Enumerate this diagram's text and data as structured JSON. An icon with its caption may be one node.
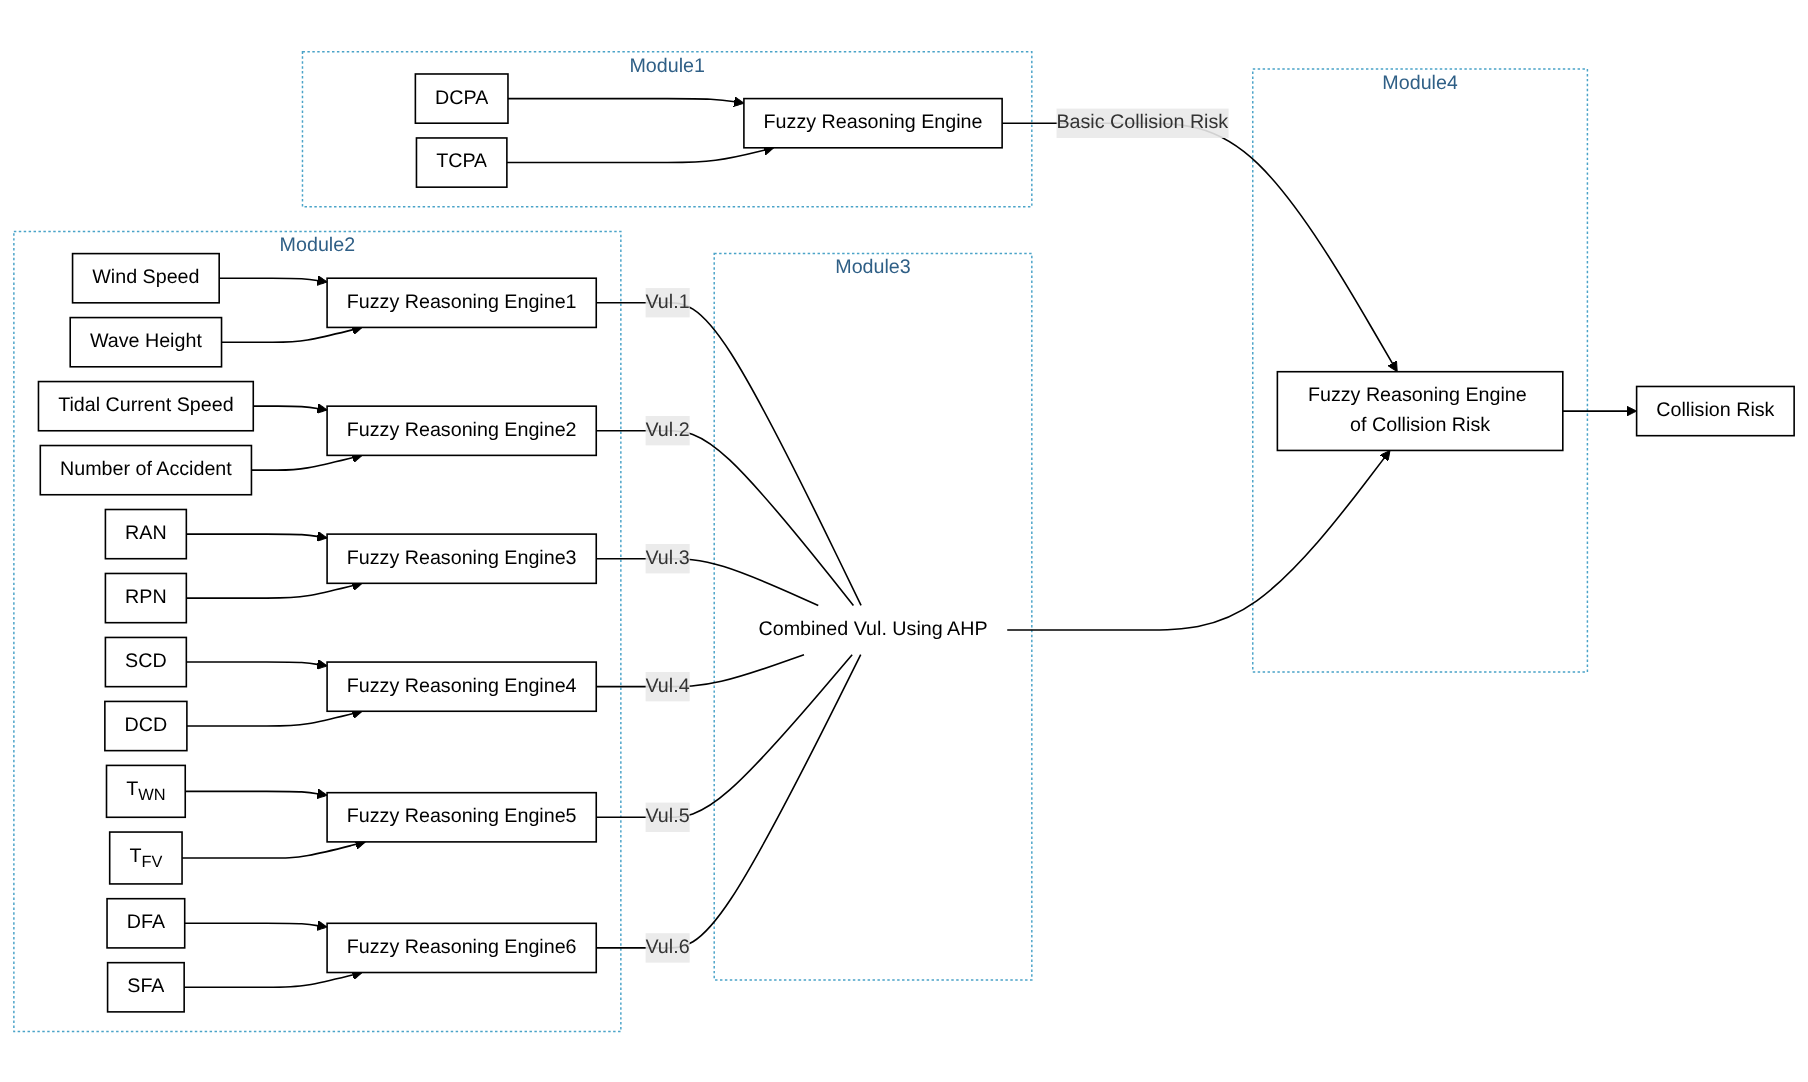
{
  "diagram": {
    "nodes": [
      {
        "text": [
          "Module1"
        ]
      },
      {
        "text": [
          "DCPA"
        ],
        "in": 0
      },
      {
        "text": [
          "TCPA"
        ],
        "in": 0
      },
      {
        "text": [
          "Fuzzy Reasoning Engine"
        ],
        "in": 0
      },
      {
        "text": [
          "Module2"
        ]
      },
      {
        "text": [
          "Wind Speed"
        ],
        "in": 4
      },
      {
        "text": [
          "Wave Height"
        ],
        "in": 4
      },
      {
        "text": [
          "Fuzzy Reasoning Engine1"
        ],
        "in": 4
      },
      {
        "text": [
          "Tidal Current Speed"
        ],
        "in": 4
      },
      {
        "text": [
          "Number of Accident"
        ],
        "in": 4
      },
      {
        "text": [
          "Fuzzy Reasoning Engine2"
        ],
        "in": 4
      },
      {
        "text": [
          "RAN"
        ],
        "in": 4
      },
      {
        "text": [
          "RPN"
        ],
        "in": 4
      },
      {
        "text": [
          "Fuzzy Reasoning Engine3"
        ],
        "in": 4
      },
      {
        "text": [
          "SCD"
        ],
        "in": 4
      },
      {
        "text": [
          "DCD"
        ],
        "in": 4
      },
      {
        "text": [
          "Fuzzy Reasoning Engine4"
        ],
        "in": 4
      },
      {
        "text": [
          "T$_{WN}$"
        ],
        "in": 4
      },
      {
        "text": [
          "T$_{FV}$"
        ],
        "in": 4
      },
      {
        "text": [
          "Fuzzy Reasoning Engine5"
        ],
        "in": 4
      },
      {
        "text": [
          "DFA"
        ],
        "in": 4
      },
      {
        "text": [
          "SFA"
        ],
        "in": 4
      },
      {
        "text": [
          "Fuzzy Reasoning Engine6"
        ],
        "in": 4
      },
      {
        "text": [
          "Module3"
        ]
      },
      {
        "text": [
          "Combined Vul. Using AHP"
        ],
        "in": 23
      },
      {
        "text": [
          "Module4"
        ]
      },
      {
        "text": [
          "Fuzzy Reasoning Engine of Collision Risk"
        ],
        "in": 25
      },
      {
        "text": [
          "Collision Risk"
        ]
      }
    ],
    "edges": [
      {
        "from": 1,
        "to": 3,
        "arrow": "to"
      },
      {
        "from": 2,
        "to": 3,
        "arrow": "to"
      },
      {
        "from": 3,
        "to": 26,
        "arrow": "to",
        "label": "Basic Collision Risk"
      },
      {
        "from": 5,
        "to": 7,
        "arrow": "to"
      },
      {
        "from": 6,
        "to": 7,
        "arrow": "to"
      },
      {
        "from": 8,
        "to": 10,
        "arrow": "to"
      },
      {
        "from": 9,
        "to": 10,
        "arrow": "to"
      },
      {
        "from": 11,
        "to": 13,
        "arrow": "to"
      },
      {
        "from": 12,
        "to": 13,
        "arrow": "to"
      },
      {
        "from": 14,
        "to": 16,
        "arrow": "to"
      },
      {
        "from": 15,
        "to": 16,
        "arrow": "to"
      },
      {
        "from": 17,
        "to": 19,
        "arrow": "to"
      },
      {
        "from": 18,
        "to": 19,
        "arrow": "to"
      },
      {
        "from": 20,
        "to": 22,
        "arrow": "to"
      },
      {
        "from": 21,
        "to": 22,
        "arrow": "to"
      },
      {
        "from": 7,
        "to": 24,
        "arrow": "none",
        "label": "Vul.1"
      },
      {
        "from": 10,
        "to": 24,
        "arrow": "none",
        "label": "Vul.2"
      },
      {
        "from": 13,
        "to": 24,
        "arrow": "none",
        "label": "Vul.3"
      },
      {
        "from": 16,
        "to": 24,
        "arrow": "none",
        "label": "Vul.4"
      },
      {
        "from": 19,
        "to": 24,
        "arrow": "none",
        "label": "Vul.5"
      },
      {
        "from": 22,
        "to": 24,
        "arrow": "none",
        "label": "Vul.6"
      },
      {
        "from": 24,
        "to": 26,
        "arrow": "to"
      },
      {
        "from": 26,
        "to": 27,
        "arrow": "to"
      }
    ]
  }
}
